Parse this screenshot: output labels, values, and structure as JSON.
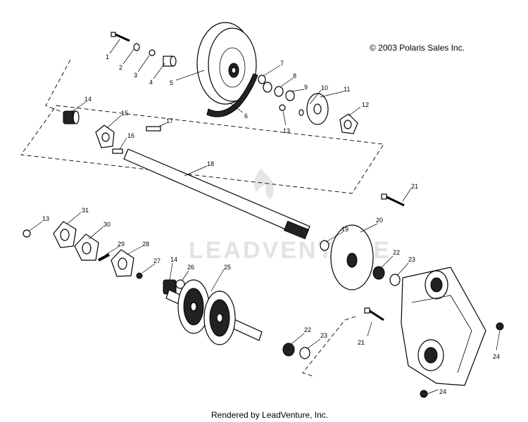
{
  "copyright": "© 2003 Polaris Sales Inc.",
  "footer": "Rendered by LeadVenture, Inc.",
  "watermark": "LEADVENTURE",
  "callouts": {
    "c1": "1",
    "c2": "2",
    "c3": "3",
    "c4": "4",
    "c5": "5",
    "c6": "6",
    "c7": "7",
    "c8": "8",
    "c9": "9",
    "c10": "10",
    "c11": "11",
    "c12": "12",
    "c13a": "13",
    "c14a": "14",
    "c15": "15",
    "c16": "16",
    "c17": "17",
    "c18": "18",
    "c21a": "21",
    "c13b": "13",
    "c31": "31",
    "c30": "30",
    "c29": "29",
    "c28": "28",
    "c27": "27",
    "c14b": "14",
    "c26": "26",
    "c25": "25",
    "c19": "19",
    "c20": "20",
    "c22a": "22",
    "c23a": "23",
    "c22b": "22",
    "c23b": "23",
    "c21b": "21",
    "c24a": "24",
    "c24b": "24"
  }
}
